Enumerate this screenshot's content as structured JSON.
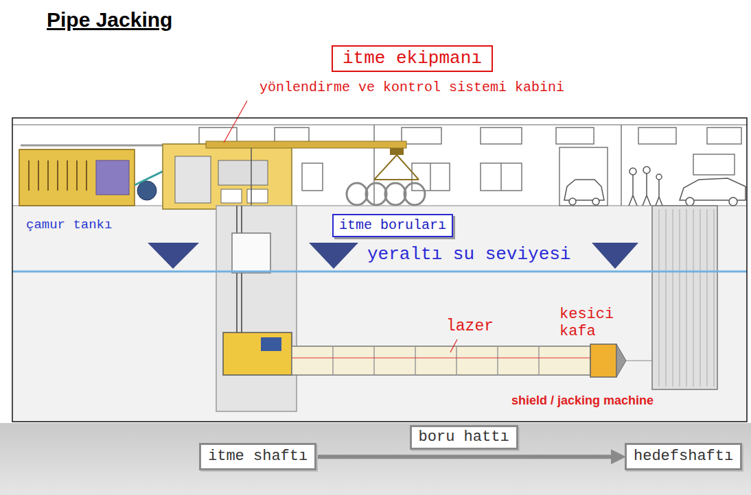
{
  "diagram": {
    "title": "Pipe Jacking",
    "nodes": [
      {
        "text": [
          "itme ekipmanı"
        ]
      },
      {
        "text": [
          "itme boruları"
        ]
      },
      {
        "text": [
          "itme shaftı"
        ]
      },
      {
        "text": [
          "hedefshaftı"
        ]
      }
    ],
    "edges": [
      {
        "from": 2,
        "to": 3,
        "arrow": "to",
        "label": "boru hattı"
      }
    ],
    "labels": [
      "yönlendirme ve kontrol sistemi kabini",
      "çamur tankı",
      "yeraltı su seviyesi",
      "lazer",
      "kesici kafa",
      "shield / jacking machine"
    ]
  }
}
